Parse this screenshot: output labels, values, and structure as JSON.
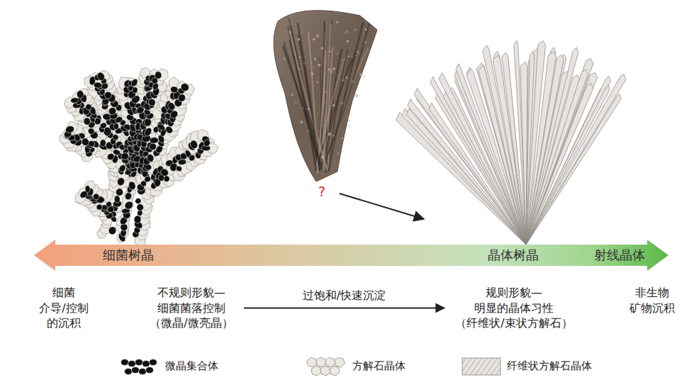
{
  "diagram": {
    "nodes": [
      {
        "text": [
          "细菌树晶",
          "晶体树晶",
          "射线晶体"
        ]
      },
      {
        "text": [
          "细菌 介导/控制 的沉积"
        ]
      },
      {
        "text": [
          "不规则形貌— 细菌菌落控制 （微晶/微亮晶）"
        ]
      },
      {
        "text": [
          "规则形貌— 明显的晶体习性 （纤维状/束状方解石）"
        ]
      },
      {
        "text": [
          "非生物 矿物沉积"
        ]
      }
    ],
    "edges": [
      {
        "from": 2,
        "to": 3,
        "label": "过饱和/快速沉淀",
        "arrow": "to"
      }
    ],
    "labels": [
      "?"
    ],
    "legend": [
      {
        "text": "微晶集合体"
      },
      {
        "text": "方解石晶体"
      },
      {
        "text": "纤维状方解石晶体"
      }
    ]
  }
}
